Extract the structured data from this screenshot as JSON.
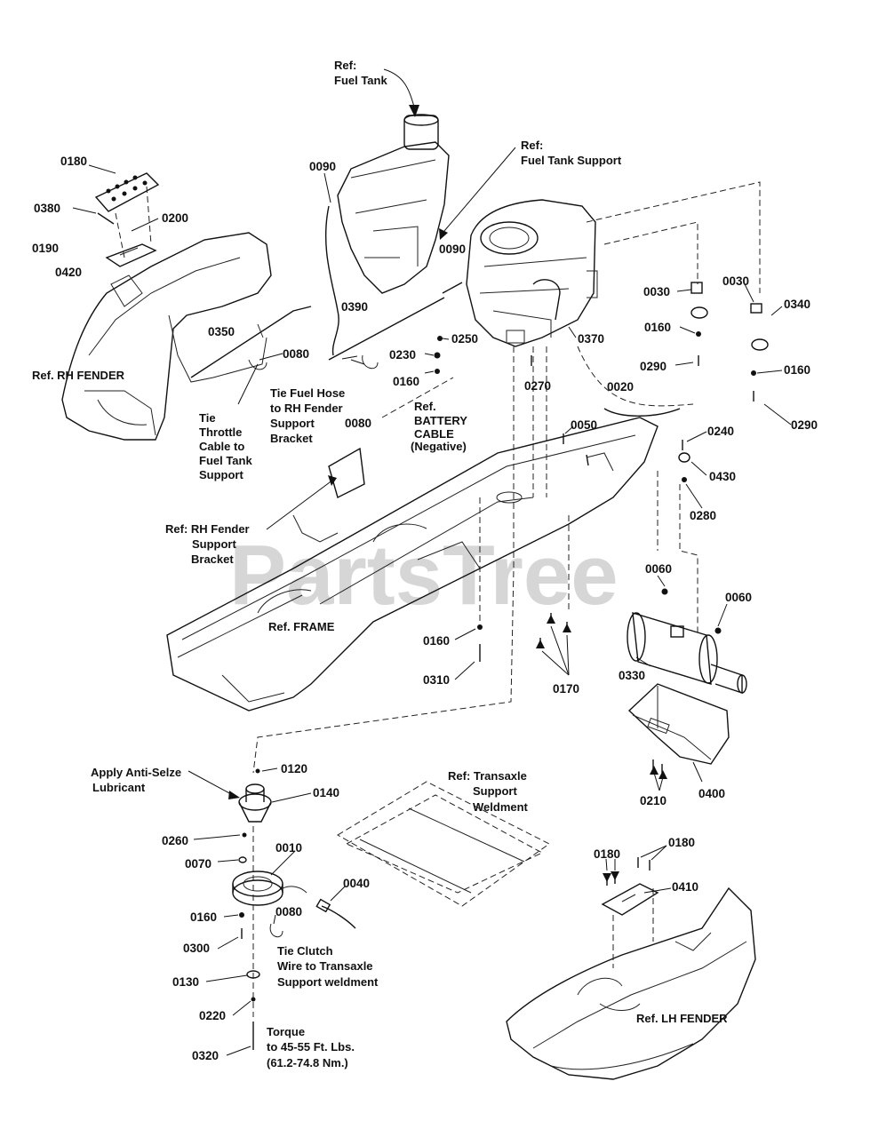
{
  "watermark": "PartsTree",
  "part_numbers": {
    "p0180_top": "0180",
    "p0380": "0380",
    "p0200": "0200",
    "p0190": "0190",
    "p0420": "0420",
    "p0350": "0350",
    "p0080_a": "0080",
    "p0090_a": "0090",
    "p0390": "0390",
    "p0080_b": "0080",
    "p0090_b": "0090",
    "p0250": "0250",
    "p0230": "0230",
    "p0160_a": "0160",
    "p0270": "0270",
    "p0370": "0370",
    "p0030_a": "0030",
    "p0030_b": "0030",
    "p0340": "0340",
    "p0160_b": "0160",
    "p0290_a": "0290",
    "p0160_c": "0160",
    "p0290_b": "0290",
    "p0020": "0020",
    "p0050": "0050",
    "p0240": "0240",
    "p0430": "0430",
    "p0280": "0280",
    "p0060_a": "0060",
    "p0060_b": "0060",
    "p0330": "0330",
    "p0160_d": "0160",
    "p0310": "0310",
    "p0170": "0170",
    "p0400": "0400",
    "p0210": "0210",
    "p0120": "0120",
    "p0140": "0140",
    "p0260": "0260",
    "p0070": "0070",
    "p0010": "0010",
    "p0040": "0040",
    "p0160_e": "0160",
    "p0080_c": "0080",
    "p0300": "0300",
    "p0130": "0130",
    "p0220": "0220",
    "p0320": "0320",
    "p0180_l": "0180",
    "p0180_r": "0180",
    "p0410": "0410"
  },
  "references": {
    "fuel_tank": [
      "Ref:",
      "Fuel Tank"
    ],
    "fuel_tank_support": [
      "Ref:",
      "Fuel Tank Support"
    ],
    "rh_fender": "Ref. RH FENDER",
    "tie_throttle": [
      "Tie",
      "Throttle",
      "Cable to",
      "Fuel Tank",
      "Support"
    ],
    "tie_fuel_hose": [
      "Tie Fuel Hose",
      "to RH Fender",
      "Support",
      "Bracket"
    ],
    "battery_cable": [
      "Ref.",
      "BATTERY",
      "CABLE",
      "(Negative)"
    ],
    "rh_fender_bracket": [
      "Ref: RH Fender",
      "Support",
      "Bracket"
    ],
    "frame": "Ref. FRAME",
    "anti_seize": [
      "Apply Anti-Selze",
      "Lubricant"
    ],
    "transaxle": [
      "Ref: Transaxle",
      "Support",
      "Weldment"
    ],
    "tie_clutch": [
      "Tie Clutch",
      "Wire to Transaxle",
      "Support weldment"
    ],
    "torque": [
      "Torque",
      "to 45-55 Ft. Lbs.",
      "(61.2-74.8 Nm.)"
    ],
    "lh_fender": "Ref. LH FENDER"
  }
}
